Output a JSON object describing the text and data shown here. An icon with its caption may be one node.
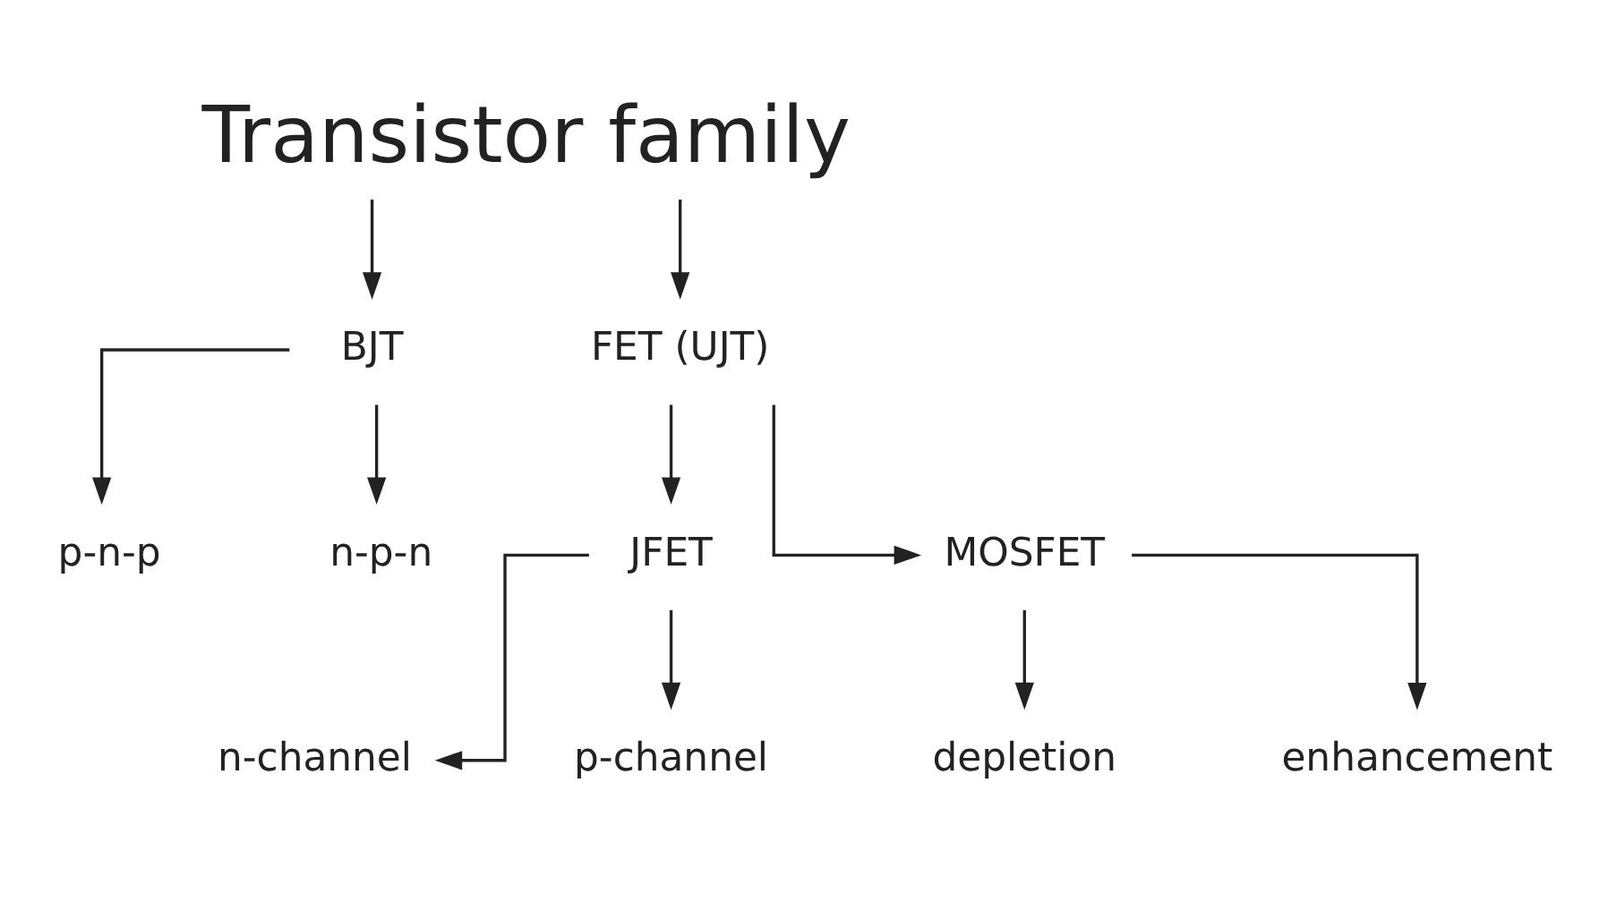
{
  "diagram": {
    "nodes": [
      {
        "text": [
          "Transistor family"
        ]
      },
      {
        "text": [
          "BJT"
        ]
      },
      {
        "text": [
          "FET (UJT)"
        ]
      },
      {
        "text": [
          "p-n-p"
        ]
      },
      {
        "text": [
          "n-p-n"
        ]
      },
      {
        "text": [
          "JFET"
        ]
      },
      {
        "text": [
          "MOSFET"
        ]
      },
      {
        "text": [
          "n-channel"
        ]
      },
      {
        "text": [
          "p-channel"
        ]
      },
      {
        "text": [
          "depletion"
        ]
      },
      {
        "text": [
          "enhancement"
        ]
      }
    ],
    "edges": [
      {
        "from": 0,
        "to": 1,
        "arrow": "to"
      },
      {
        "from": 0,
        "to": 2,
        "arrow": "to"
      },
      {
        "from": 1,
        "to": 3,
        "arrow": "to"
      },
      {
        "from": 1,
        "to": 4,
        "arrow": "to"
      },
      {
        "from": 2,
        "to": 5,
        "arrow": "to"
      },
      {
        "from": 2,
        "to": 6,
        "arrow": "to"
      },
      {
        "from": 5,
        "to": 7,
        "arrow": "to"
      },
      {
        "from": 5,
        "to": 8,
        "arrow": "to"
      },
      {
        "from": 6,
        "to": 9,
        "arrow": "to"
      },
      {
        "from": 6,
        "to": 10,
        "arrow": "to"
      }
    ]
  }
}
